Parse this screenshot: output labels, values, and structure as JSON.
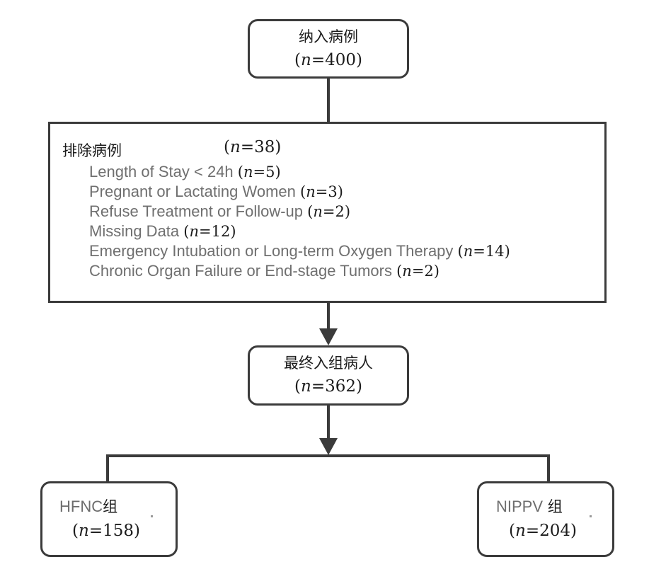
{
  "diagram": {
    "type": "flowchart",
    "title": "Patient enrollment flow diagram",
    "nodes": {
      "enrolled": {
        "label": "纳入病例",
        "count": "(n=400)",
        "n_italic": "n",
        "n_value": "=400"
      },
      "excluded": {
        "label": "排除病例",
        "count": "(n=38)",
        "n_italic": "n",
        "n_value": "=38",
        "reasons": [
          {
            "text": "Length of Stay < 24h",
            "count": "(n=5)",
            "n_value": "=5"
          },
          {
            "text": "Pregnant or Lactating Women",
            "count": "(n=3)",
            "n_value": "=3"
          },
          {
            "text": "Refuse Treatment or Follow-up",
            "count": "(n=2)",
            "n_value": "=2"
          },
          {
            "text": "Missing Data",
            "count": "(n=12)",
            "n_value": "=12"
          },
          {
            "text": "Emergency Intubation or Long-term Oxygen Therapy",
            "count": "(n=14)",
            "n_value": "=14"
          },
          {
            "text": "Chronic Organ Failure or End-stage Tumors",
            "count": "(n=2)",
            "n_value": "=2"
          }
        ]
      },
      "final": {
        "label": "最终入组病人",
        "count": "(n=362)",
        "n_italic": "n",
        "n_value": "=362"
      },
      "hfnc": {
        "label_latin": "HFNC",
        "label_cn": "组",
        "count": "(n=158)",
        "n_italic": "n",
        "n_value": "=158"
      },
      "nippv": {
        "label_latin": "NIPPV",
        "label_cn": " 组",
        "count": "(n=204)",
        "n_italic": "n",
        "n_value": "=204"
      }
    },
    "colors": {
      "stroke": "#3b3b3b",
      "background": "#ffffff",
      "cn_text": "#1c1c1c",
      "latin_text": "#6f6f6f"
    }
  }
}
